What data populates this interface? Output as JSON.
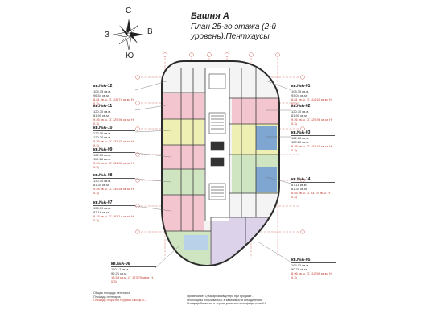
{
  "title": {
    "tower": "Башня А",
    "plan": "План 25-го этажа (2-й уровень).Пентхаусы"
  },
  "compass": {
    "north": "С",
    "south": "Ю",
    "east": "В",
    "west": "З"
  },
  "apartments_left": [
    {
      "name": "кв.№А-12",
      "area1": "105.35 кв.м.",
      "area2": "96.54 кв.м.",
      "note": "8.81 кв.м. (Σ 115.74 кв.м. Н. 0.3)"
    },
    {
      "name": "кв.№А-11",
      "area1": "120.70 кв.м.",
      "area2": "81.90 кв.м.",
      "note": "9.26 кв.м. (Σ 129.96 кв.м. Н. 0.3)"
    },
    {
      "name": "кв.№А-10",
      "area1": "122.16 кв.м.",
      "area2": "120.20 кв.м.",
      "note": "9.25 кв.м. (Σ 131.41 кв.м. Н. 0.3)"
    },
    {
      "name": "кв.№А-09",
      "area1": "122.15 кв.м.",
      "area2": "110.26 кв.м.",
      "note": "9.24 кв.м. (Σ 131.39 кв.м. Н. 0.3)"
    },
    {
      "name": "кв.№А-08",
      "area1": "130.30 кв.м.",
      "area2": "81.34 кв.м.",
      "note": "9.26 кв.м. (Σ 139.56 кв.м. Н. 0.3)"
    },
    {
      "name": "кв.№А-07",
      "area1": "153.99 кв.м.",
      "area2": "97.16 кв.м.",
      "note": "9.15 кв.м. (Σ 163.14 кв.м. Н. 0.3)"
    },
    {
      "name": "кв.№А-06",
      "area1": "160.17 кв.м.",
      "area2": "99.26 кв.м.",
      "note": "13.53 кв.м. (Σ 173.70 кв.м. Н. 0.3)"
    }
  ],
  "apartments_right": [
    {
      "name": "кв.№А-01",
      "area1": "105.35 кв.м.",
      "area2": "93.04 кв.м.",
      "note": "8.81 кв.м. (Σ 114.16 кв.м. Н. 0.3)"
    },
    {
      "name": "кв.№А-02",
      "area1": "120.70 кв.м.",
      "area2": "81.90 кв.м.",
      "note": "9.26 кв.м. (Σ 129.96 кв.м. Н. 0.3)"
    },
    {
      "name": "кв.№А-03",
      "area1": "122.16 кв.м.",
      "area2": "120.20 кв.м.",
      "note": "9.25 кв.м. (Σ 131.41 кв.м. Н. 0.3)"
    },
    {
      "name": "кв.№А-14",
      "area1": "87.11 кв.м.",
      "area2": "81.34 кв.м.",
      "note": "6.64 кв.м. (Σ 93.75 кв.м. Н. 0.3)"
    },
    {
      "name": "кв.№А-05",
      "area1": "104.02 кв.м.",
      "area2": "90.78 кв.м.",
      "note": "8.96 кв.м. (Σ 112.98 кв.м. Н. 0.3)"
    }
  ],
  "legend_notes": [
    "Общая площадь пентхауса",
    "Площадь пентхауса",
    "Площадь открытой террасы с коэф. 0.3"
  ],
  "footnote": "Примечание: Суммарная квартира при продаже - необходимо пользоваться, в зависимости объединения. Площадь балконов и террас указана с коэффициентом 0.3",
  "colors": {
    "wall": "#3a3a3a",
    "grid": "#c0392b",
    "pink": "#f3c6cf",
    "yellow": "#eef0b3",
    "green": "#cfe5c2",
    "blue": "#cfe0f0",
    "lilac": "#dcd2ea"
  }
}
